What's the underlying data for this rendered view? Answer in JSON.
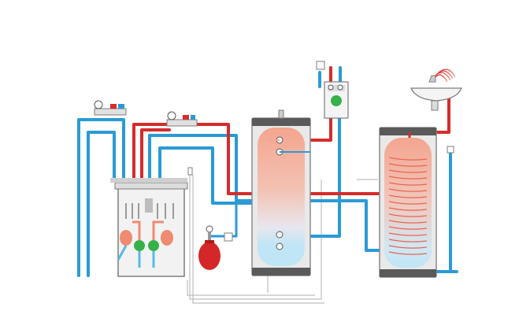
{
  "colors": {
    "hot_pipe": "#d62b2b",
    "cold_pipe": "#2a9ad6",
    "return_pipe": "#58b9e8",
    "tank_body": "#e9e9e9",
    "tank_outline": "#8b8b8b",
    "tank_cap": "#5a5a5a",
    "tank_hot": "#f4a58f",
    "tank_cold": "#bfe5f6",
    "boiler_body": "#f2f2f2",
    "boiler_outline": "#7d7d7d",
    "control_wire": "#bdbdbd",
    "pump_green": "#36b14a",
    "expansion_vessel": "#d42727",
    "coil": "#ea6450"
  },
  "components": [
    {
      "id": "boiler",
      "icon": "boiler-unit-icon"
    },
    {
      "id": "mixing_valve_left",
      "icon": "thermostatic-mixing-valve-icon"
    },
    {
      "id": "mixing_valve_center",
      "icon": "thermostatic-mixing-valve-icon"
    },
    {
      "id": "buffer_tank",
      "icon": "buffer-tank-icon"
    },
    {
      "id": "pump_station",
      "icon": "circulation-pump-station-icon"
    },
    {
      "id": "expansion_vessel",
      "icon": "expansion-vessel-icon"
    },
    {
      "id": "hot_water_cylinder",
      "icon": "coil-cylinder-icon"
    },
    {
      "id": "wash_basin",
      "icon": "basin-tap-icon"
    },
    {
      "id": "temperature_sensor",
      "icon": "sensor-icon"
    }
  ]
}
